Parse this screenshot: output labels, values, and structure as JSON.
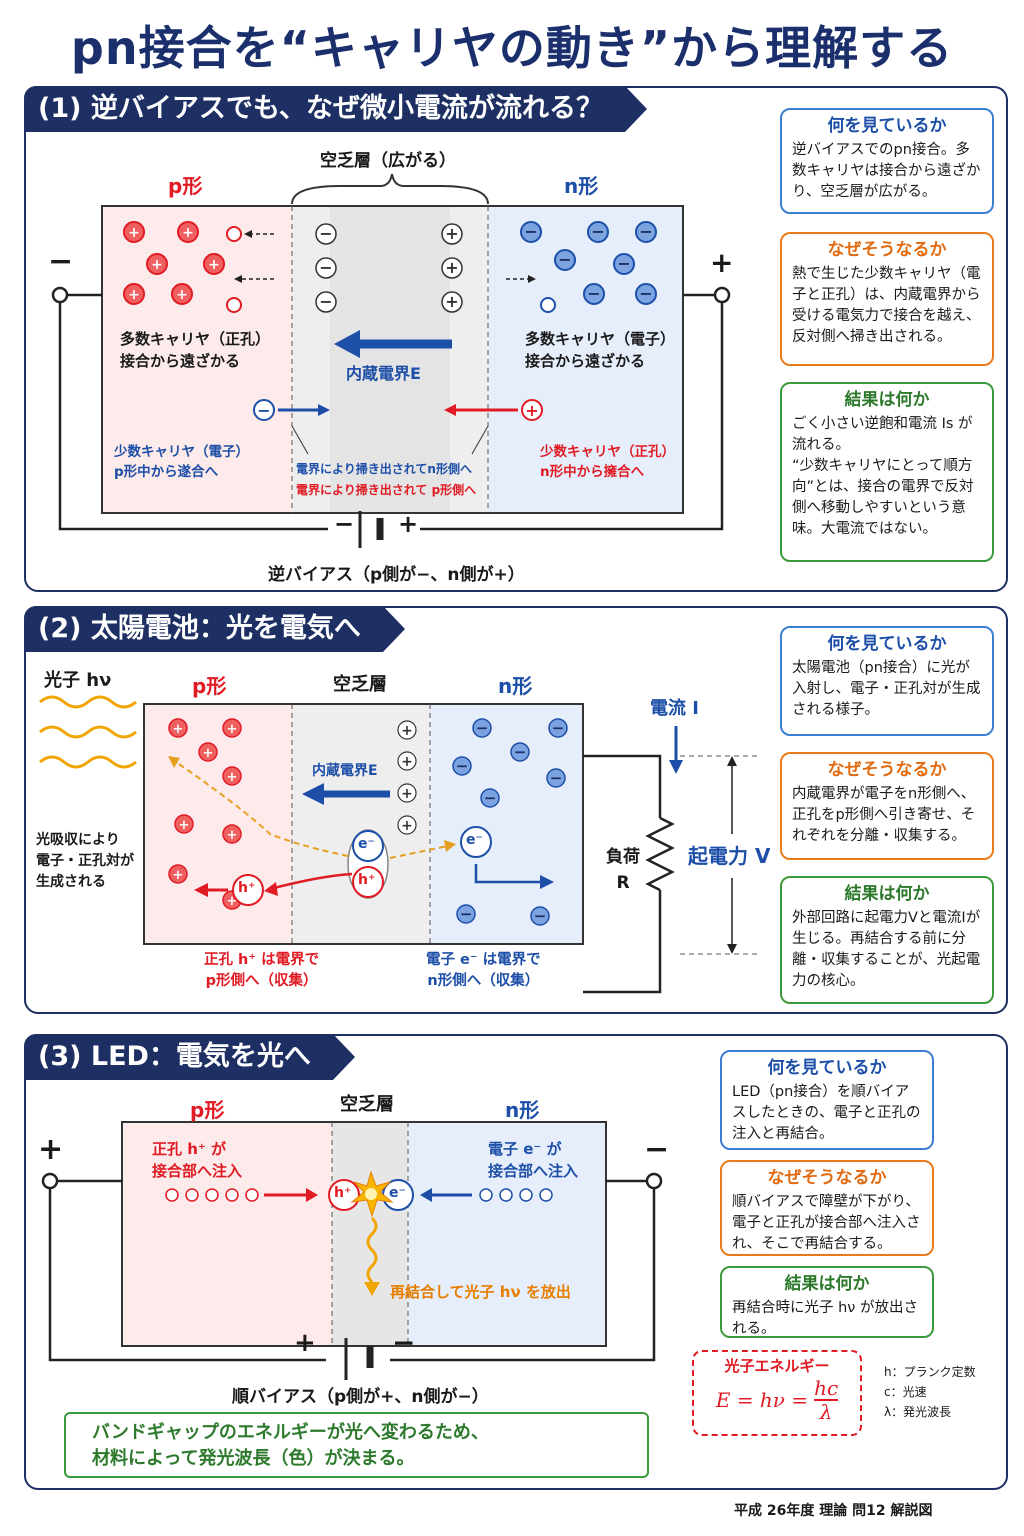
{
  "title": "pn接合を“キャリヤの動き”から理解する",
  "footer": "平成 26年度  理論  問12 解説図",
  "sec1": {
    "header": "(1) 逆バイアスでも、なぜ微小電流が流れる？",
    "depletion": "空乏層（広がる）",
    "p": "p形",
    "n": "n形",
    "minus": "−",
    "plus": "+",
    "field": "内蔵電界E",
    "p_major": [
      "多数キャリヤ（正孔）",
      "接合から遠ざかる"
    ],
    "n_major": [
      "多数キャリヤ（電子）",
      "接合から遠ざかる"
    ],
    "p_minor": [
      "少数キャリヤ（電子）",
      "p形中から遂合へ"
    ],
    "n_minor": [
      "少数キャリヤ（正孔）",
      "n形中から擁合へ"
    ],
    "sweep1": "電界により掃き出されてn形側へ",
    "sweep2": "電界により掃き出されて p形側へ",
    "battery": "逆バイアス（p側が−、n側が+）",
    "box1": {
      "title": "何を見ているか",
      "body": "逆バイアスでのpn接合。多数キャリヤは接合から遠ざかり、空乏層が広がる。"
    },
    "box2": {
      "title": "なぜそうなるか",
      "body": "熱で生じた少数キャリヤ（電子と正孔）は、内蔵電界から受ける電気力で接合を越え、反対側へ掃き出される。"
    },
    "box3": {
      "title": "結果は何か",
      "body1": "ごく小さい逆飽和電流 Is が流れる。",
      "body2": "“少数キャリヤにとって順方向”とは、接合の電界で反対側へ移動しやすいという意味。大電流ではない。"
    }
  },
  "sec2": {
    "header": "(2) 太陽電池：光を電気へ",
    "photon": "光子 hν",
    "p": "p形",
    "dep": "空乏層",
    "n": "n形",
    "field": "内蔵電界E",
    "absorb": [
      "光吸収により",
      "電子・正孔対が",
      "生成される"
    ],
    "hole": "h⁺",
    "elec": "e⁻",
    "hole_note": [
      "正孔 h⁺ は電界で",
      "p形側へ（収集）"
    ],
    "elec_note": [
      "電子 e⁻ は電界で",
      "n形側へ（収集）"
    ],
    "current": "電流 I",
    "load": [
      "負荷",
      "R"
    ],
    "emf": "起電力 V",
    "box1": {
      "title": "何を見ているか",
      "body": "太陽電池（pn接合）に光が入射し、電子・正孔対が生成される様子。"
    },
    "box2": {
      "title": "なぜそうなるか",
      "body": "内蔵電界が電子をn形側へ、正孔をp形側へ引き寄せ、それぞれを分離・収集する。"
    },
    "box3": {
      "title": "結果は何か",
      "body": "外部回路に起電力Vと電流Iが生じる。再結合する前に分離・収集することが、光起電力の核心。"
    }
  },
  "sec3": {
    "header": "(3) LED：電気を光へ",
    "p": "p形",
    "dep": "空乏層",
    "n": "n形",
    "plus": "+",
    "minus": "−",
    "hole_inj": [
      "正孔 h⁺ が",
      "接合部へ注入"
    ],
    "elec_inj": [
      "電子 e⁻ が",
      "接合部へ注入"
    ],
    "emit": "再結合して光子 hν を放出",
    "battery": "順バイアス（p側が+、n側が−）",
    "note": [
      "バンドギャップのエネルギーが光へ変わるため、",
      "材料によって発光波長（色）が決まる。"
    ],
    "box1": {
      "title": "何を見ているか",
      "body": "LED（pn接合）を順バイアスしたときの、電子と正孔の注入と再結合。"
    },
    "box2": {
      "title": "なぜそうなるか",
      "body": "順バイアスで障壁が下がり、電子と正孔が接合部へ注入され、そこで再結合する。"
    },
    "box3": {
      "title": "結果は何か",
      "body": "再結合時に光子 hν が放出される。"
    },
    "formula": {
      "title": "光子エネルギー",
      "lhs": "E = hν =",
      "num": "hc",
      "den": "λ"
    },
    "legend": [
      "h：プランク定数",
      "c：光速",
      "λ：発光波長"
    ]
  },
  "colors": {
    "navy": "#1d2f63",
    "red": "#e01b24",
    "blue": "#1d4fa8",
    "orange": "#e67e00",
    "green": "#2d7a2d"
  }
}
